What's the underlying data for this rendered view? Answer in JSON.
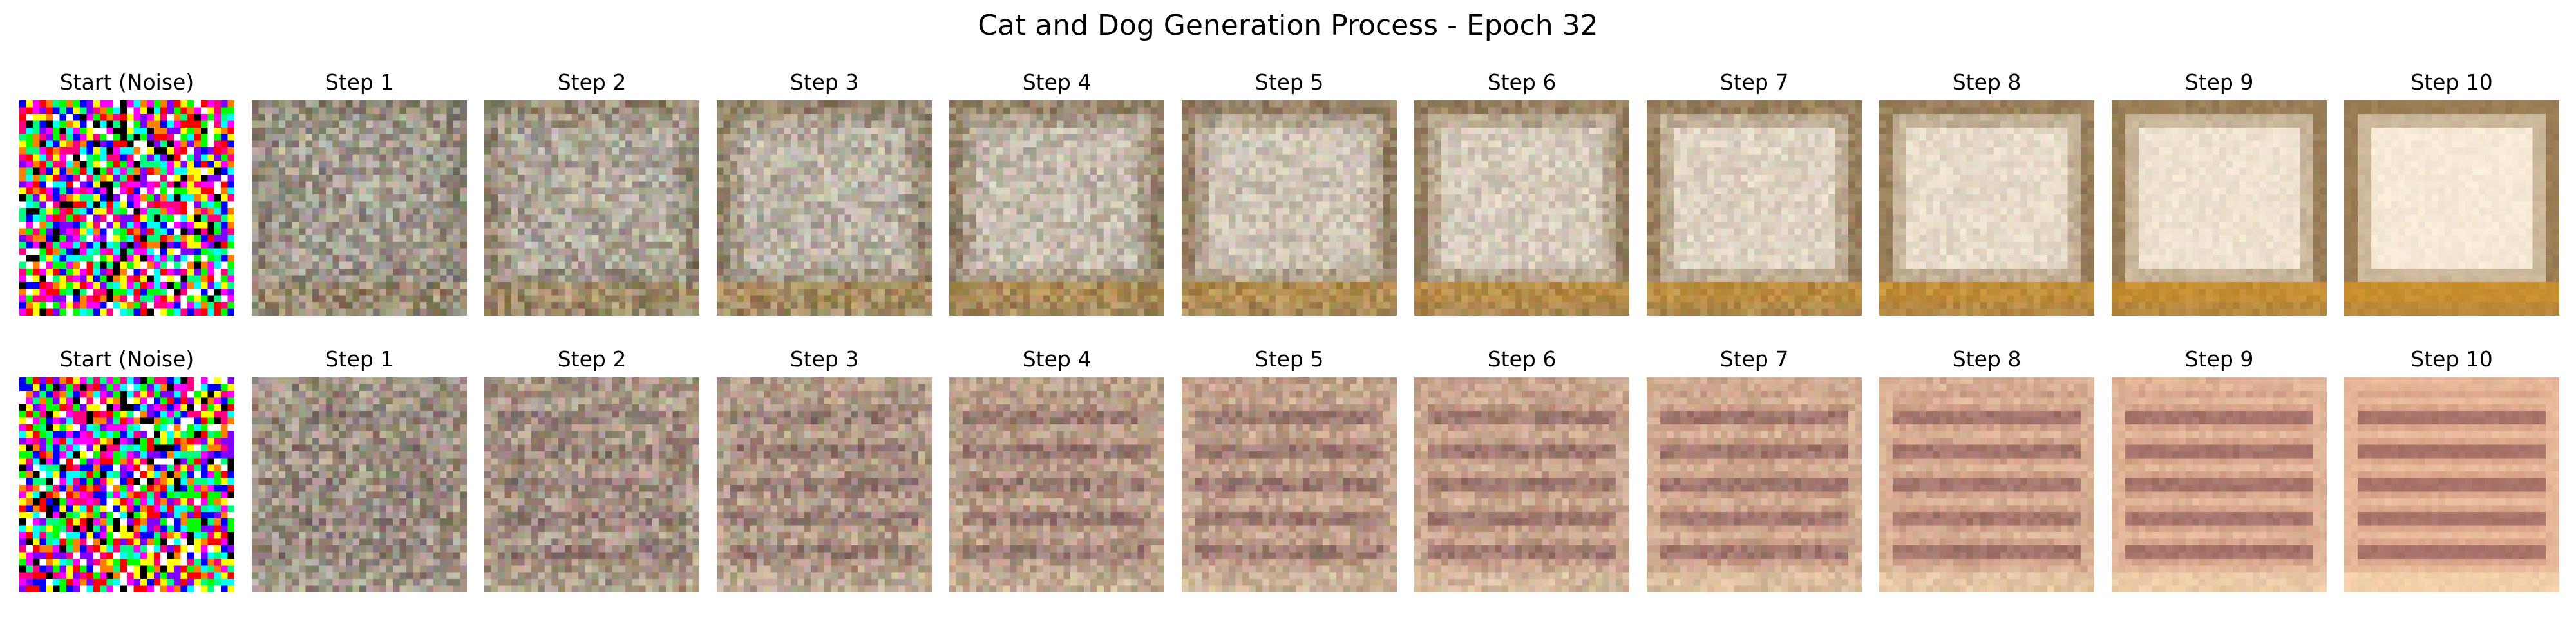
{
  "figure": {
    "title": "Cat and Dog Generation Process - Epoch 32"
  },
  "rows": [
    {
      "panels": [
        {
          "title": "Start (Noise)",
          "kind": "noise",
          "level": 0.0,
          "seed": 11
        },
        {
          "title": "Step 1",
          "kind": "frame",
          "level": 0.1,
          "seed": 12
        },
        {
          "title": "Step 2",
          "kind": "frame",
          "level": 0.2,
          "seed": 13
        },
        {
          "title": "Step 3",
          "kind": "frame",
          "level": 0.3,
          "seed": 14
        },
        {
          "title": "Step 4",
          "kind": "frame",
          "level": 0.4,
          "seed": 15
        },
        {
          "title": "Step 5",
          "kind": "frame",
          "level": 0.5,
          "seed": 16
        },
        {
          "title": "Step 6",
          "kind": "frame",
          "level": 0.6,
          "seed": 17
        },
        {
          "title": "Step 7",
          "kind": "frame",
          "level": 0.7,
          "seed": 18
        },
        {
          "title": "Step 8",
          "kind": "frame",
          "level": 0.8,
          "seed": 19
        },
        {
          "title": "Step 9",
          "kind": "frame",
          "level": 0.9,
          "seed": 20
        },
        {
          "title": "Step 10",
          "kind": "frame",
          "level": 1.0,
          "seed": 21
        }
      ]
    },
    {
      "panels": [
        {
          "title": "Start (Noise)",
          "kind": "noise",
          "level": 0.0,
          "seed": 31
        },
        {
          "title": "Step 1",
          "kind": "stripes",
          "level": 0.1,
          "seed": 32
        },
        {
          "title": "Step 2",
          "kind": "stripes",
          "level": 0.2,
          "seed": 33
        },
        {
          "title": "Step 3",
          "kind": "stripes",
          "level": 0.3,
          "seed": 34
        },
        {
          "title": "Step 4",
          "kind": "stripes",
          "level": 0.4,
          "seed": 35
        },
        {
          "title": "Step 5",
          "kind": "stripes",
          "level": 0.5,
          "seed": 36
        },
        {
          "title": "Step 6",
          "kind": "stripes",
          "level": 0.6,
          "seed": 37
        },
        {
          "title": "Step 7",
          "kind": "stripes",
          "level": 0.7,
          "seed": 38
        },
        {
          "title": "Step 8",
          "kind": "stripes",
          "level": 0.8,
          "seed": 39
        },
        {
          "title": "Step 9",
          "kind": "stripes",
          "level": 0.9,
          "seed": 40
        },
        {
          "title": "Step 10",
          "kind": "stripes",
          "level": 1.0,
          "seed": 41
        }
      ]
    }
  ],
  "colors": {
    "background": "#ffffff",
    "text": "#000000",
    "frame_border": "#9a7d55",
    "frame_bottom": "#c98f2e",
    "frame_center": "#f6e9d6",
    "stripe_base": "#dca68c",
    "stripe_dark": "#a8736a",
    "stripe_light": "#f3cfaa",
    "haze": "#8f8a80"
  }
}
